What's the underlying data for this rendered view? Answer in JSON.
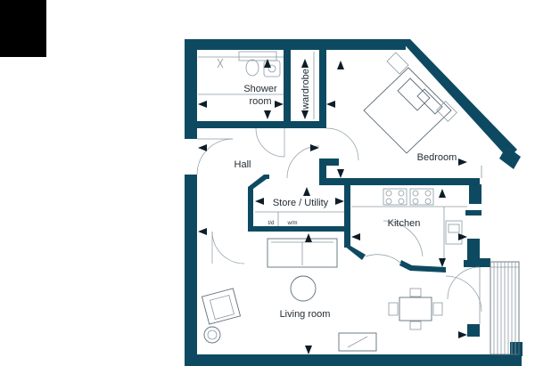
{
  "colors": {
    "wall": "#0d4a61",
    "corner_block": "#000000",
    "fixture_line": "#8a9aa3",
    "label": "#1f2a33",
    "arrow": "#0d1e28"
  },
  "rooms": {
    "shower": {
      "line1": "Shower",
      "line2": "room"
    },
    "wardrobe": "wardrobe",
    "bedroom": "Bedroom",
    "hall": "Hall",
    "store": "Store / Utility",
    "kitchen": "Kitchen",
    "living": "Living room"
  },
  "appliances": {
    "tumble_dryer": "t/d",
    "washing_machine": "w/m"
  },
  "icons": {
    "corner_block": "black-square",
    "arrows": "measurement-arrow-icon"
  }
}
